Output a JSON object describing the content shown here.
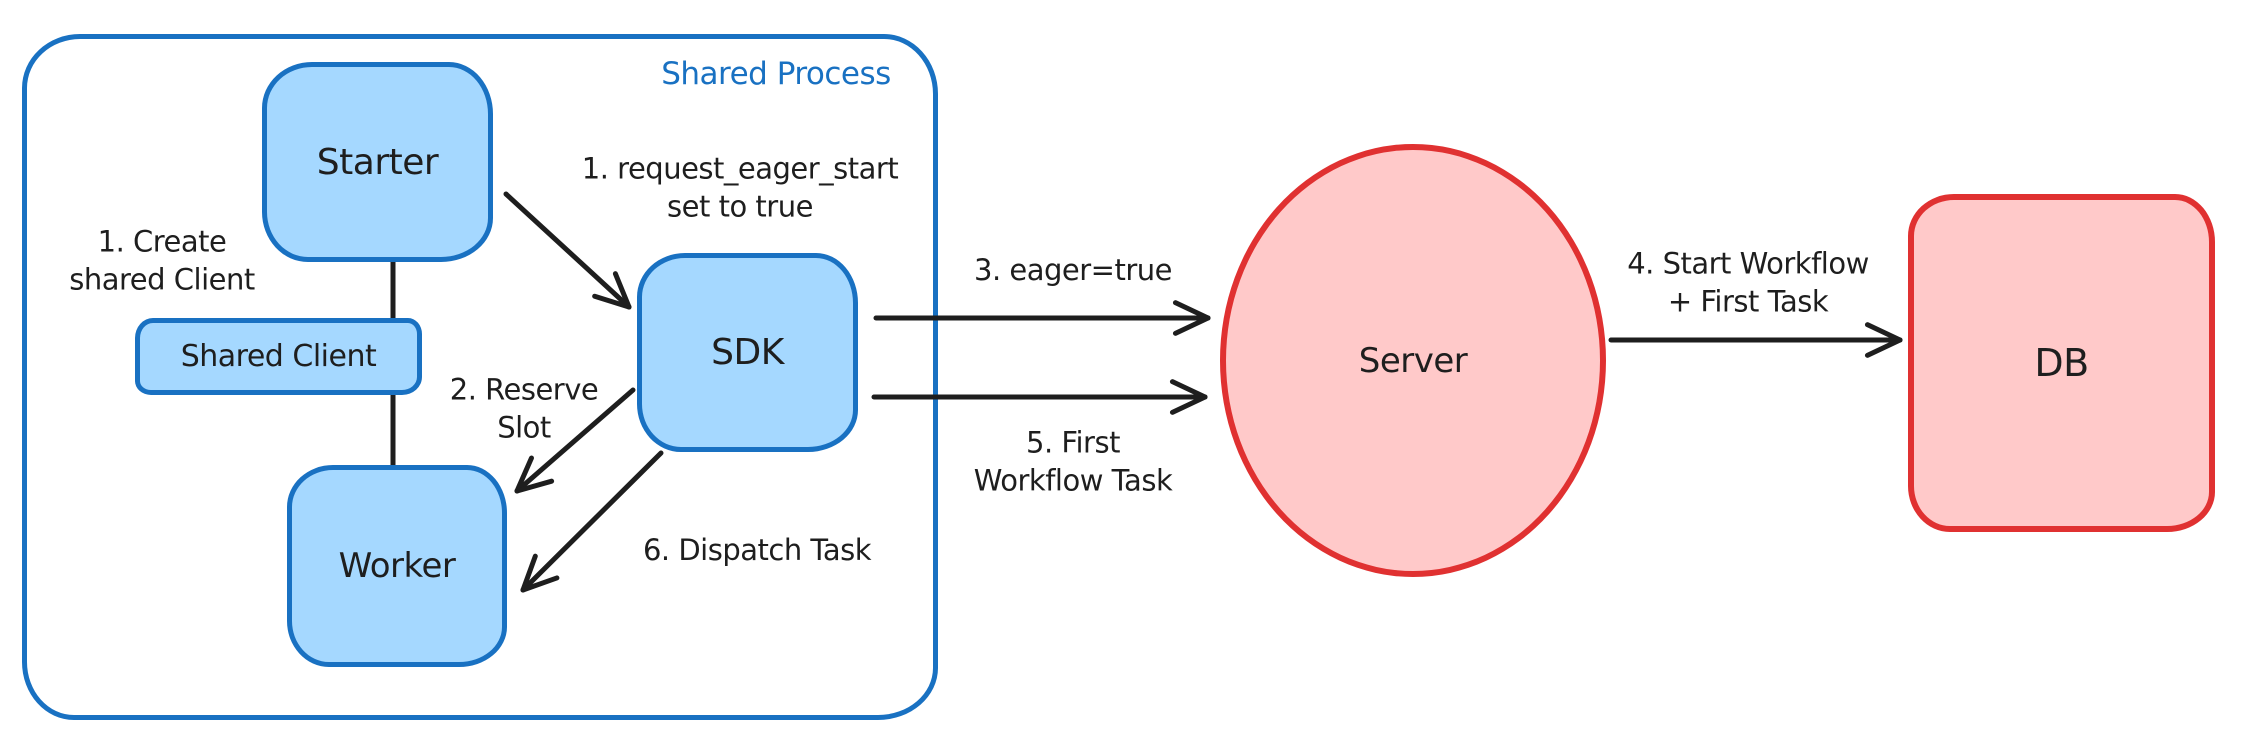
{
  "diagram": {
    "title": "Shared Process",
    "nodes": {
      "starter": {
        "label": "Starter"
      },
      "shared_client": {
        "label": "Shared Client"
      },
      "worker": {
        "label": "Worker"
      },
      "sdk": {
        "label": "SDK"
      },
      "server": {
        "label": "Server"
      },
      "db": {
        "label": "DB"
      }
    },
    "annotations": {
      "create_shared_client": "1. Create\nshared Client",
      "request_eager_start": "1. request_eager_start\nset to true",
      "reserve_slot": "2. Reserve\nSlot",
      "eager_true": "3. eager=true",
      "start_workflow": "4. Start Workflow\n+ First Task",
      "first_workflow_task": "5. First\nWorkflow Task",
      "dispatch_task": "6. Dispatch Task"
    },
    "colors": {
      "blue_stroke": "#1971c2",
      "blue_fill": "#a5d8ff",
      "red_stroke": "#e03131",
      "red_fill": "#ffc9c9",
      "ink": "#1e1e1e",
      "background": "#ffffff"
    }
  }
}
